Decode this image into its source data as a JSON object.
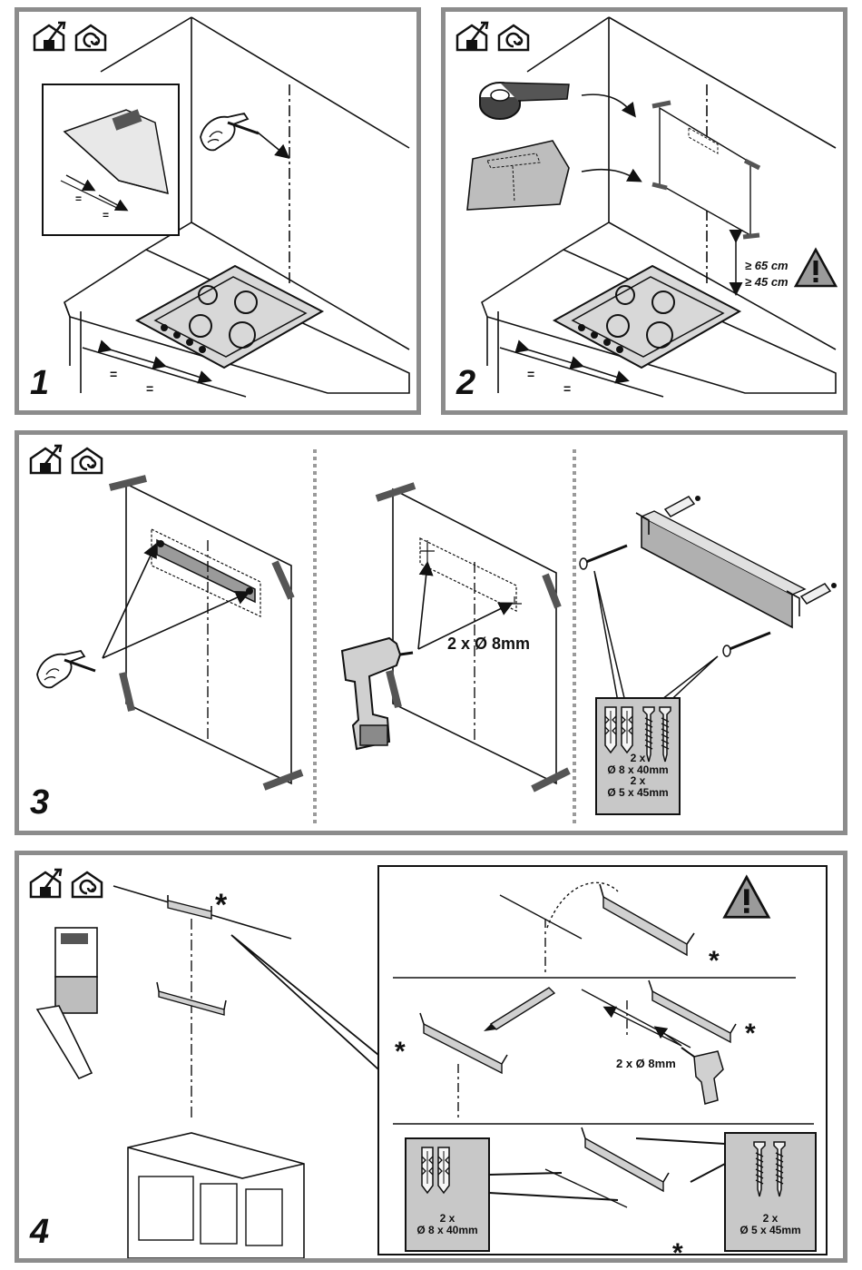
{
  "panels": [
    {
      "step": "1"
    },
    {
      "step": "2",
      "height_gas": "≥ 65 cm",
      "height_electric": "≥ 45 cm"
    },
    {
      "step": "3",
      "drill_label": "2 x Ø 8mm",
      "kit": {
        "qty1": "2 x",
        "plugs": "Ø 8 x 40mm",
        "qty2": "2 x",
        "screws": "Ø 5 x 45mm"
      }
    },
    {
      "step": "4",
      "drill_label": "2 x Ø 8mm",
      "asterisk": "*",
      "plugs_qty": "2 x",
      "plugs": "Ø 8 x 40mm",
      "screws_qty": "2 x",
      "screws": "Ø 5 x 45mm"
    }
  ],
  "colors": {
    "frame": "#8c8c8c",
    "ink": "#111111",
    "fill_gray": "#bdbdbd",
    "box_gray": "#c8c8c8"
  },
  "icons": [
    "house-extraction-icon",
    "house-recirculation-icon",
    "warning-icon",
    "pencil-icon",
    "drill-icon",
    "tape-icon",
    "plug-icon",
    "screw-icon"
  ]
}
